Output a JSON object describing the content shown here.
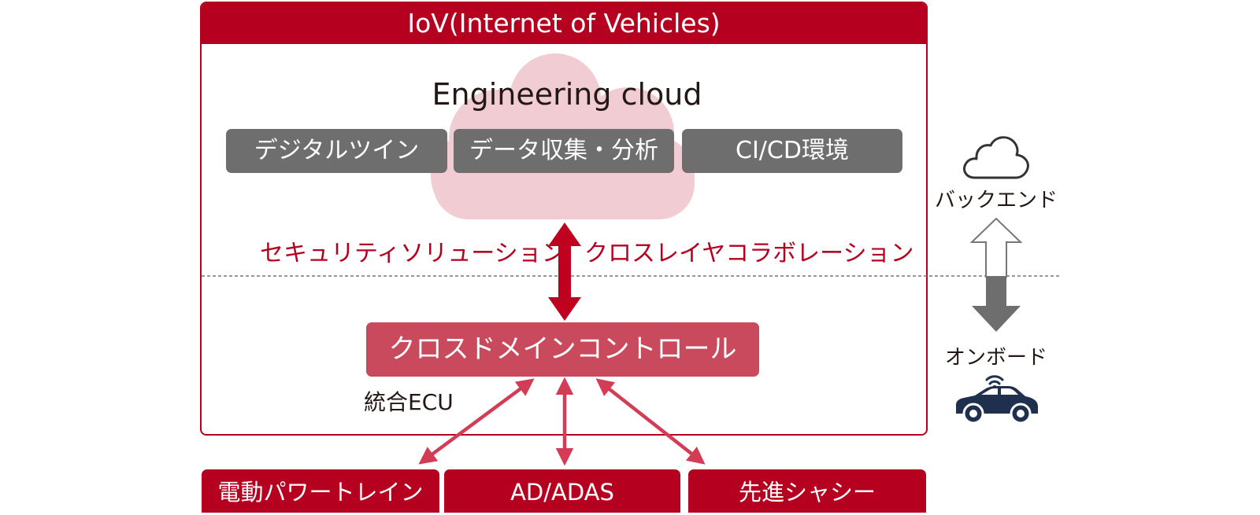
{
  "iov": {
    "title": "IoV(Internet of Vehicles)"
  },
  "cloud": {
    "title": "Engineering cloud",
    "items": [
      "デジタルツイン",
      "データ収集・分析",
      "CI/CD環境"
    ]
  },
  "link_labels": {
    "left": "セキュリティソリューション",
    "right": "クロスレイヤコラボレーション"
  },
  "domain_control": {
    "label": "クロスドメインコントロール",
    "ecu_label": "統合ECU"
  },
  "bottom_domains": [
    "電動パワートレイン",
    "AD/ADAS",
    "先進シャシー"
  ],
  "side": {
    "backend_label": "バックエンド",
    "onboard_label": "オンボード"
  },
  "colors": {
    "brand_red": "#b5001f",
    "arrow_red": "#c0001f",
    "control_red": "#c84a5c",
    "link_arrow": "#d23c55",
    "cloud_pink": "#f1ccd2",
    "gray_box": "#6e6e6e",
    "car_navy": "#1f2f4e"
  },
  "icons": [
    "cloud-outline-icon",
    "car-wifi-icon"
  ]
}
